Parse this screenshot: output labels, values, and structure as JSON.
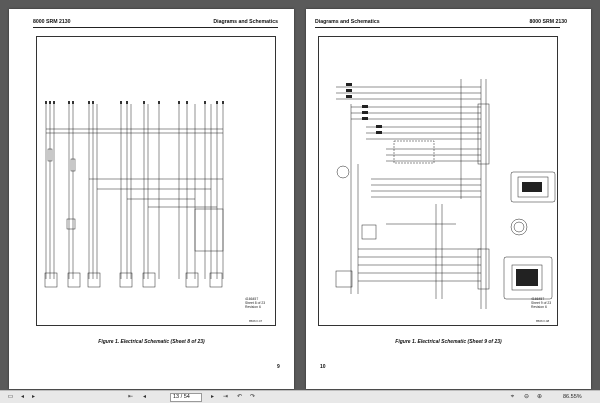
{
  "left_page": {
    "header_left": "8000 SRM 2130",
    "header_right": "Diagrams and Schematics",
    "ref_lines": [
      "4166457",
      "Sheet 8 of 23",
      "Revision 6"
    ],
    "drawing_code": "8506 F.47",
    "caption": "Figure 1. Electrical Schematic (Sheet 8 of 23)",
    "page_number": "9"
  },
  "right_page": {
    "header_left": "Diagrams and Schematics",
    "header_right": "8000 SRM 2130",
    "ref_lines": [
      "4166457",
      "Sheet 9 of 23",
      "Revision 6"
    ],
    "drawing_code": "8506 F.48",
    "caption": "Figure 1. Electrical Schematic (Sheet 9 of 23)",
    "page_number": "10"
  },
  "status_bar": {
    "page_field": "13 / 54",
    "zoom": "86.55%",
    "icons": [
      "page-view-icon",
      "arrow-left-icon",
      "arrow-right-icon",
      "first-page-icon",
      "previous-page-icon",
      "next-page-icon",
      "last-page-icon",
      "undo-icon",
      "redo-icon",
      "cursor-icon",
      "zoom-out-icon",
      "zoom-in-icon"
    ]
  }
}
